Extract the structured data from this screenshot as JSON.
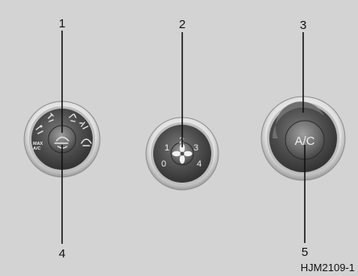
{
  "callouts": {
    "c1": "1",
    "c2": "2",
    "c3": "3",
    "c4": "4",
    "c5": "5"
  },
  "mode_knob": {
    "max_ac_line1": "MAX",
    "max_ac_line2": "A/C"
  },
  "fan_knob": {
    "speeds": [
      "0",
      "1",
      "2",
      "3",
      "4"
    ]
  },
  "ac_knob": {
    "label": "A/C"
  },
  "figure_code": "HJM2109-1",
  "colors": {
    "background": "#d3d3d3",
    "knob_face": "#4a4a4a",
    "rim": "#f0f0f0",
    "callout_line": "#111111"
  },
  "icons": {
    "mode_dial": "airflow-mode-icons",
    "fan_dial": "fan-icon",
    "ac_dial": "ac-crescent-icon"
  }
}
